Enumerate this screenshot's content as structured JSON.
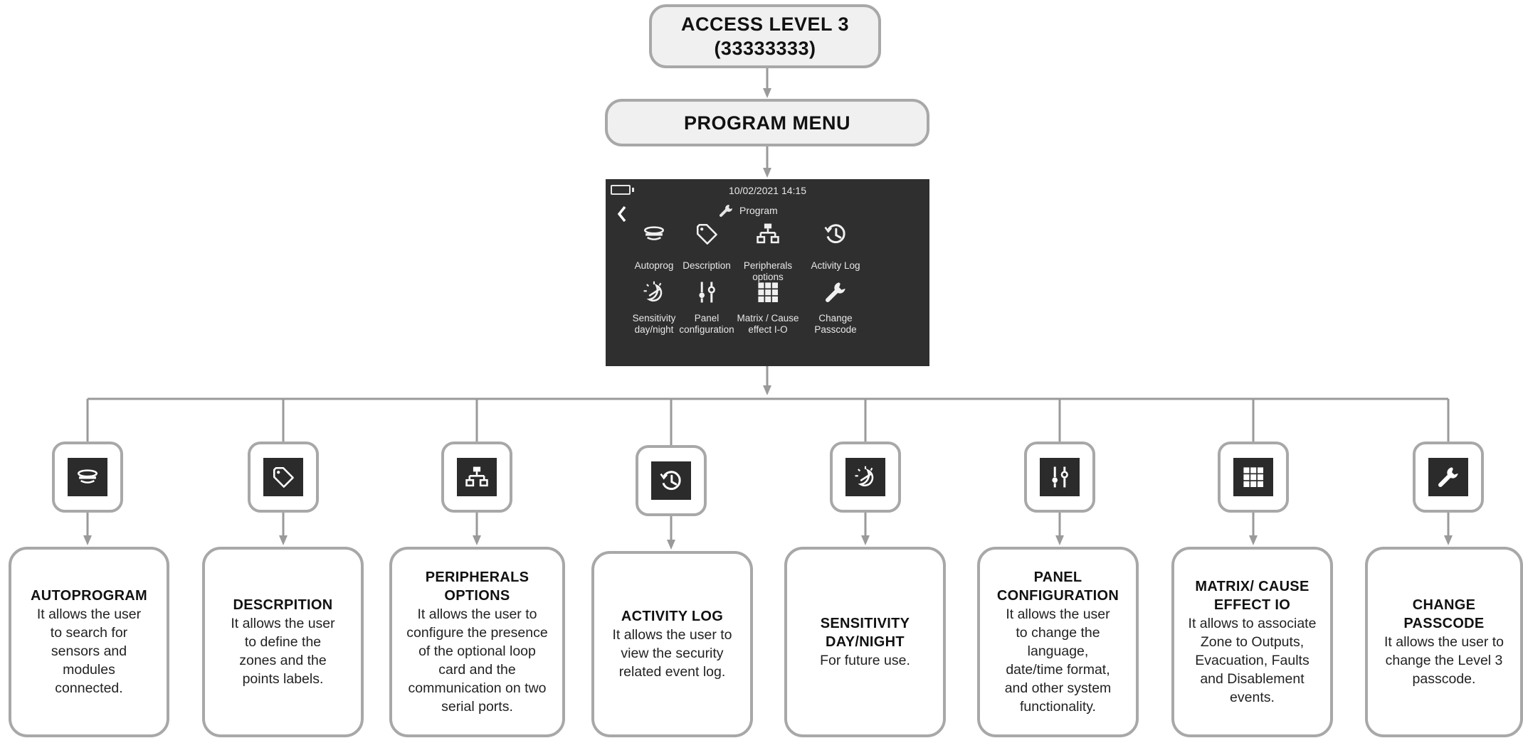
{
  "access_level": {
    "line1": "ACCESS LEVEL 3",
    "line2": "(33333333)"
  },
  "program_menu": {
    "label": "PROGRAM MENU"
  },
  "screen": {
    "date_time": "10/02/2021  14:15",
    "title": "Program",
    "buttons": [
      {
        "label": "Autoprog",
        "icon": "smoke-detector-icon"
      },
      {
        "label": "Description",
        "icon": "tag-icon"
      },
      {
        "label": "Peripherals\noptions",
        "icon": "network-tree-icon"
      },
      {
        "label": "Activity Log",
        "icon": "history-clock-icon"
      },
      {
        "label": "Sensitivity\nday/night",
        "icon": "day-night-icon"
      },
      {
        "label": "Panel\nconfiguration",
        "icon": "sliders-icon"
      },
      {
        "label": "Matrix / Cause\neffect I-O",
        "icon": "grid-icon"
      },
      {
        "label": "Change\nPasscode",
        "icon": "wrench-icon"
      }
    ]
  },
  "menu_items": [
    {
      "icon": "smoke-detector-icon",
      "title": "AUTOPROGRAM",
      "text": "It allows the user\nto search for\nsensors and\nmodules\nconnected."
    },
    {
      "icon": "tag-icon",
      "title": "DESCRPITION",
      "text": "It allows the user\nto define the\nzones and the\npoints labels."
    },
    {
      "icon": "network-tree-icon",
      "title": "PERIPHERALS\nOPTIONS",
      "text": "It allows the user to\nconfigure the presence\nof the optional loop\ncard and the\ncommunication on two\nserial ports."
    },
    {
      "icon": "history-clock-icon",
      "title": "ACTIVITY LOG",
      "text": "It allows the user to\nview the security\nrelated event log."
    },
    {
      "icon": "day-night-icon",
      "title": "SENSITIVITY\nDAY/NIGHT",
      "text": "For future use."
    },
    {
      "icon": "sliders-icon",
      "title": "PANEL\nCONFIGURATION",
      "text": "It allows the user\nto change the\nlanguage,\ndate/time format,\nand other system\nfunctionality."
    },
    {
      "icon": "grid-icon",
      "title": "MATRIX/ CAUSE\nEFFECT IO",
      "text": "It allows to associate\nZone to Outputs,\nEvacuation, Faults\nand Disablement\nevents."
    },
    {
      "icon": "wrench-icon",
      "title": "CHANGE\nPASSCODE",
      "text": "It allows the user to\nchange the Level 3\npasscode."
    }
  ],
  "colors": {
    "border": "#a8a8a8",
    "connector": "#9a9a9a",
    "screen_bg": "#2f2f2f",
    "tile_bg": "#2b2b2b"
  }
}
